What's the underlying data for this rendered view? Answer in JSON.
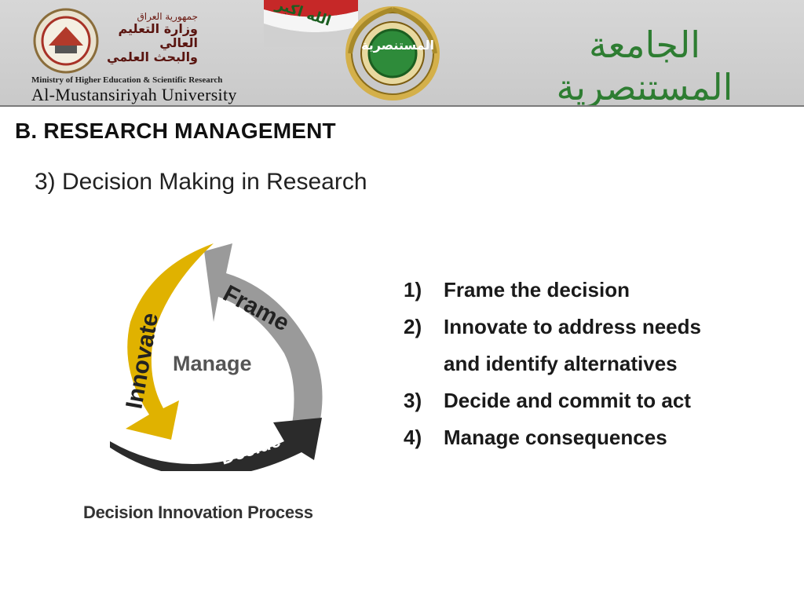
{
  "header": {
    "arabic_republic": "جمهورية العراق",
    "arabic_ministry_line1": "وزارة التعليم العالي",
    "arabic_ministry_line2": "والبحث العلمي",
    "ministry_en": "Ministry of Higher Education & Scientific Research",
    "university_en": "Al-Mustansiriyah University",
    "flag_text": "الله اكبر",
    "seal_text": "المستنصرية",
    "university_ar_calligraphy": "الجامعة المستنصرية"
  },
  "slide": {
    "section_title": "B. RESEARCH MANAGEMENT",
    "subtitle": "3) Decision Making in Research"
  },
  "diagram": {
    "center_label": "Manage",
    "arrows": [
      {
        "label": "Frame",
        "color": "#9a9a9a"
      },
      {
        "label": "Innovate",
        "color": "#e0b200"
      },
      {
        "label": "Decide",
        "color": "#2b2b2b"
      }
    ],
    "caption": "Decision Innovation Process"
  },
  "steps": [
    {
      "num": "1)",
      "text": "Frame the decision"
    },
    {
      "num": "2)",
      "text": "Innovate to address needs"
    },
    {
      "num": "",
      "text": "and identify alternatives"
    },
    {
      "num": "3)",
      "text": "Decide and commit to act"
    },
    {
      "num": "4)",
      "text": "Manage consequences"
    }
  ]
}
